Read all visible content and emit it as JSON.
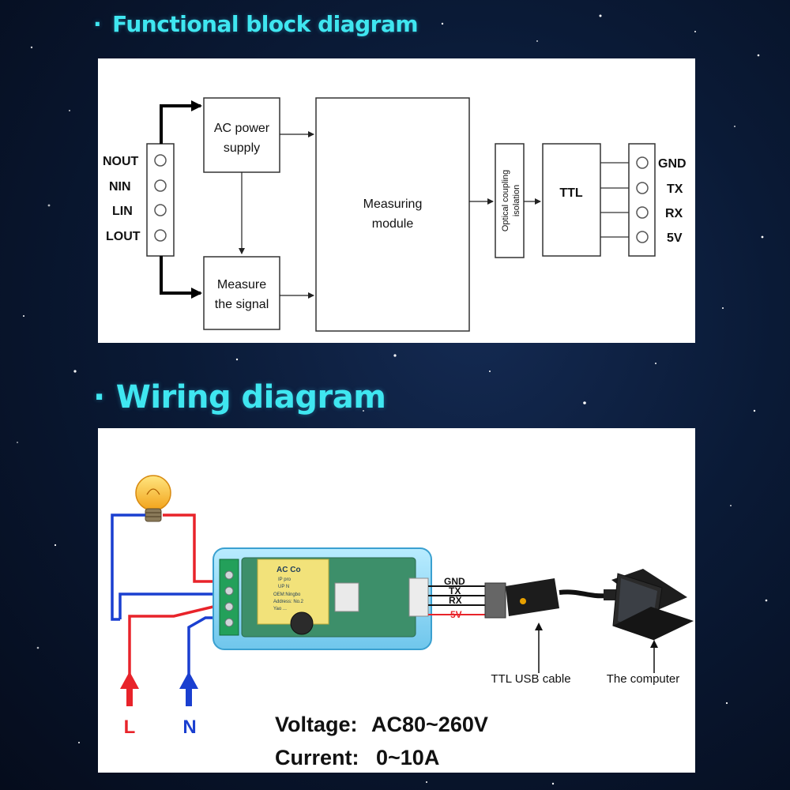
{
  "block_section": {
    "title": "Functional block diagram",
    "pins": [
      "NOUT",
      "NIN",
      "LIN",
      "LOUT"
    ],
    "blocks": {
      "power_line1": "AC power",
      "power_line2": "supply",
      "measure_line1": "Measure",
      "measure_line2": "the signal",
      "module_line1": "Measuring",
      "module_line2": "module",
      "isolation_line1": "Optical coupling",
      "isolation_line2": "isolation",
      "ttl": "TTL"
    },
    "outputs": [
      "GND",
      "TX",
      "RX",
      "5V"
    ]
  },
  "wiring_section": {
    "title": "Wiring diagram",
    "signals": [
      "GND",
      "TX",
      "RX",
      "5V"
    ],
    "device_text": {
      "title": "AC Co",
      "line1": "IP pro",
      "line2": "UP N",
      "line3": "OEM:Ningbo",
      "line4": "Address: No.2",
      "line5": "Yao ..."
    },
    "ttl_usb_cable": "TTL USB cable",
    "computer": "The computer",
    "line_L": "L",
    "line_N": "N",
    "voltage_label": "Voltage:",
    "voltage_value": "AC80~260V",
    "current_label": "Current:",
    "current_value": "0~10A"
  }
}
